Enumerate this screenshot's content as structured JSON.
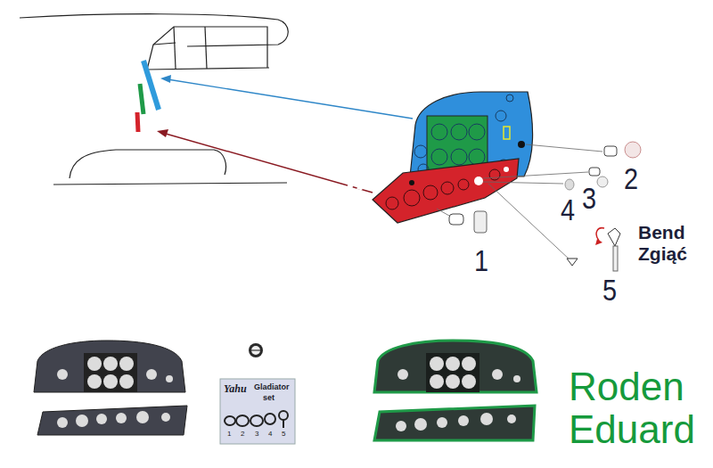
{
  "diagram": {
    "nodes": [
      {
        "text": [
          "Yahu",
          "Gladiator",
          "set"
        ]
      }
    ],
    "labels": [
      "1",
      "2",
      "3",
      "4",
      "5",
      "Bend",
      "Zgiąć",
      "Roden",
      "Eduard",
      "1",
      "2",
      "3",
      "4",
      "5"
    ]
  }
}
